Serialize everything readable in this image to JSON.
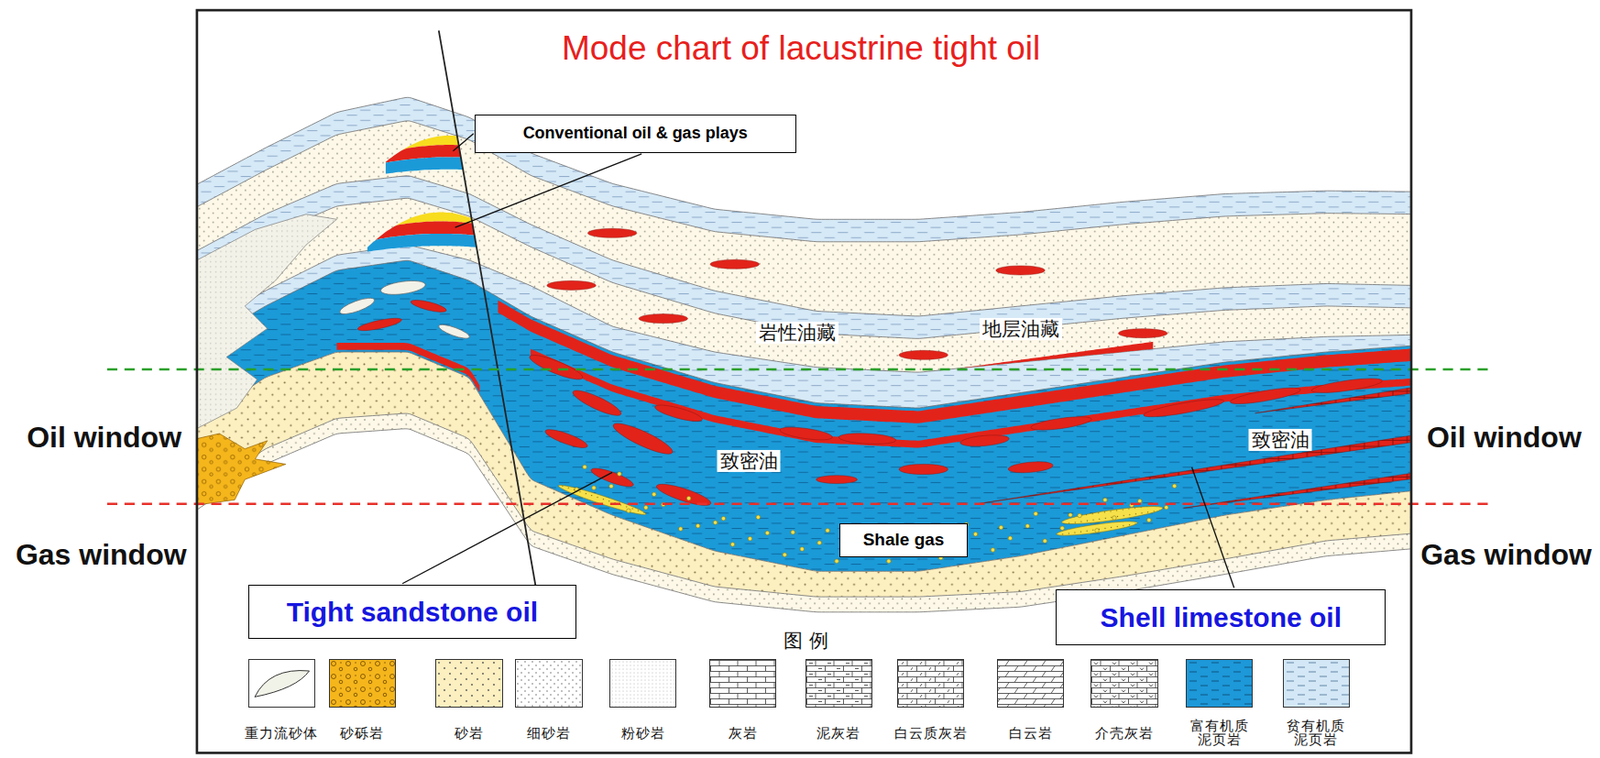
{
  "diagram": {
    "title": "Mode chart of lacustrine tight oil",
    "nodes": [
      {
        "text": [
          "Conventional oil & gas plays"
        ]
      },
      {
        "text": [
          "Shale gas"
        ]
      },
      {
        "text": [
          "Tight sandstone oil"
        ]
      },
      {
        "text": [
          "Shell limestone oil"
        ]
      }
    ],
    "labels": [
      "岩性油藏",
      "地层油藏",
      "Oil window",
      "Oil window",
      "致密油",
      "致密油",
      "Gas window",
      "Gas window",
      "图 例"
    ],
    "legend": [
      {
        "text": "重力流砂体"
      },
      {
        "text": "砂砾岩",
        "color": "#f5b61c"
      },
      {
        "text": "砂岩",
        "color": "#fcefc0"
      },
      {
        "text": "细砂岩"
      },
      {
        "text": "粉砂岩"
      },
      {
        "text": "灰岩"
      },
      {
        "text": "泥灰岩"
      },
      {
        "text": "白云质灰岩"
      },
      {
        "text": "白云岩"
      },
      {
        "text": "介壳灰岩"
      },
      {
        "text": "富有机质 泥页岩",
        "color": "#1d98d8"
      },
      {
        "text": "贫有机质 泥页岩",
        "color": "#d3e7f6"
      }
    ]
  }
}
